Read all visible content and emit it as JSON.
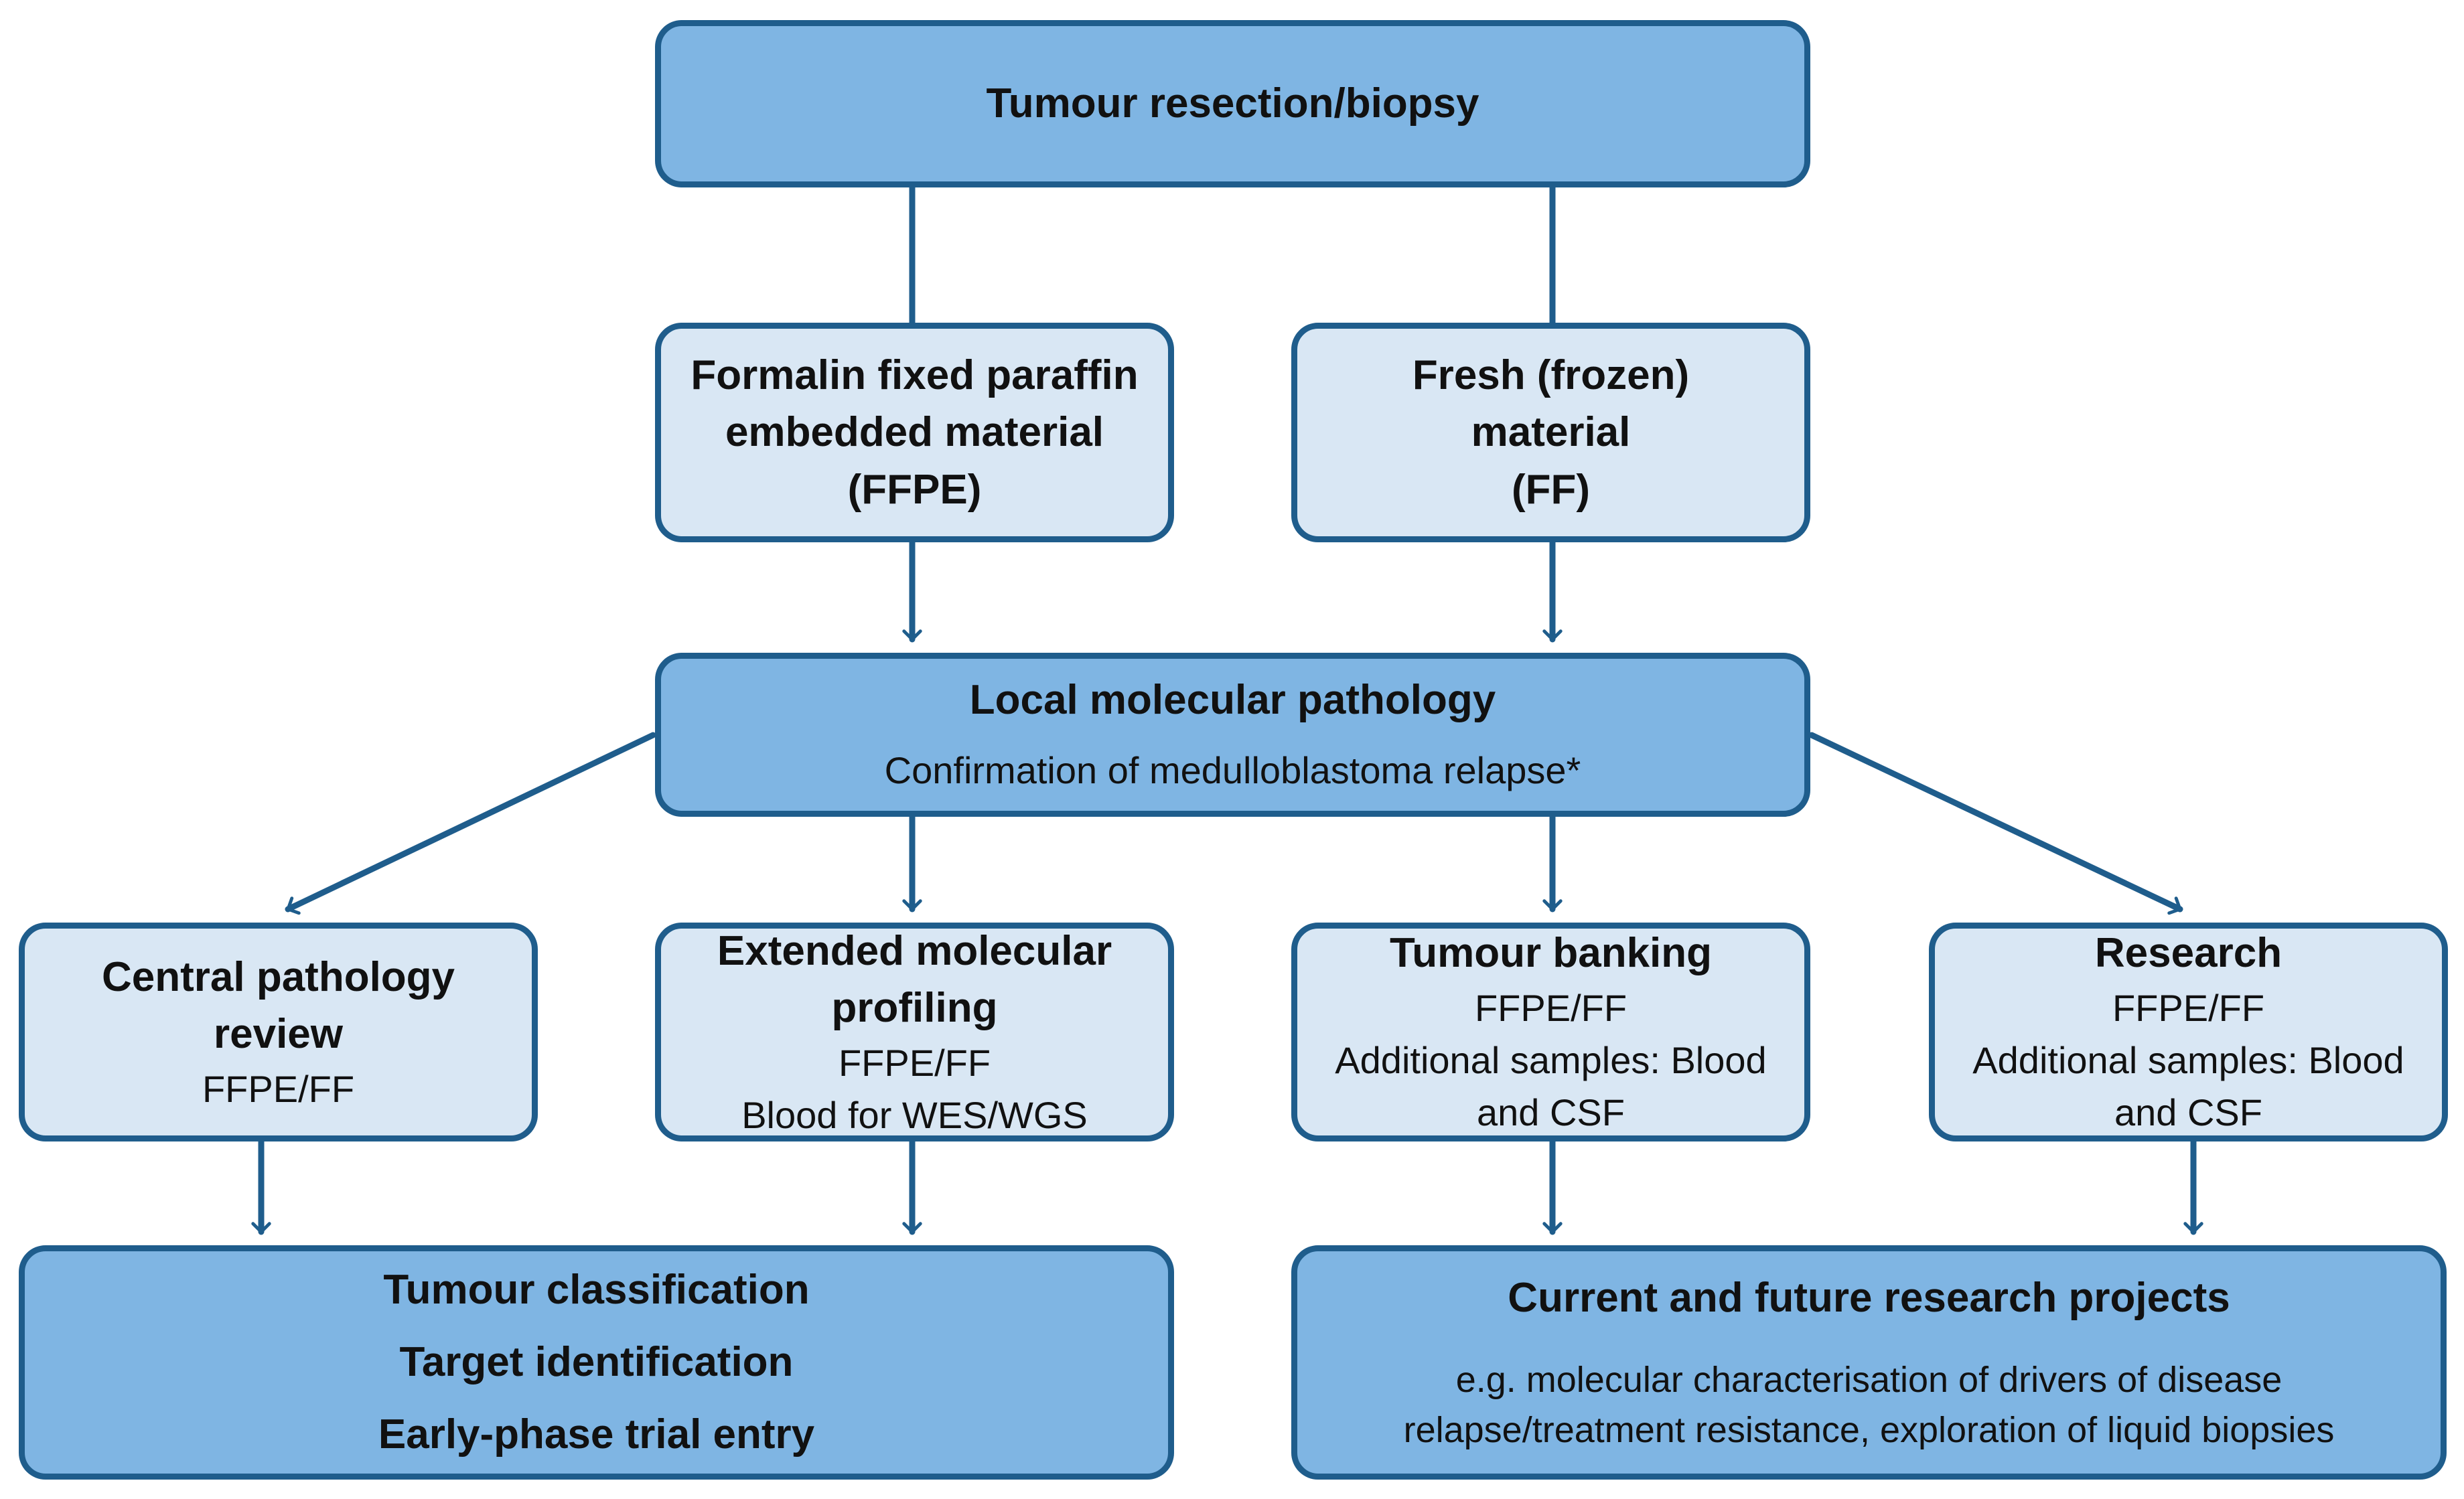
{
  "colors": {
    "line": "#1f5d8c",
    "box_dark": "#7fb5e3",
    "box_light": "#d9e7f4"
  },
  "nodes": {
    "resection": {
      "title": "Tumour resection/biopsy"
    },
    "ffpe": {
      "line1": "Formalin fixed paraffin",
      "line2": "embedded material",
      "line3": "(FFPE)"
    },
    "ff": {
      "line1": "Fresh (frozen)",
      "line2": "material",
      "line3": "(FF)"
    },
    "local": {
      "title": "Local molecular pathology",
      "subtitle": "Confirmation of medulloblastoma relapse*"
    },
    "central": {
      "line1": "Central pathology",
      "line2": "review",
      "detail": "FFPE/FF"
    },
    "extended": {
      "line1": "Extended molecular",
      "line2": "profiling",
      "detail1": "FFPE/FF",
      "detail2": "Blood for WES/WGS"
    },
    "banking": {
      "title": "Tumour banking",
      "detail1": "FFPE/FF",
      "detail2": "Additional samples: Blood",
      "detail3": "and CSF"
    },
    "research": {
      "title": "Research",
      "detail1": "FFPE/FF",
      "detail2": "Additional samples: Blood",
      "detail3": "and CSF"
    },
    "outcomes": {
      "line1": "Tumour classification",
      "line2": "Target identification",
      "line3": "Early-phase trial entry"
    },
    "projects": {
      "title": "Current and future research projects",
      "detail1": "e.g. molecular characterisation of drivers of disease",
      "detail2": "relapse/treatment resistance, exploration of liquid biopsies"
    }
  }
}
